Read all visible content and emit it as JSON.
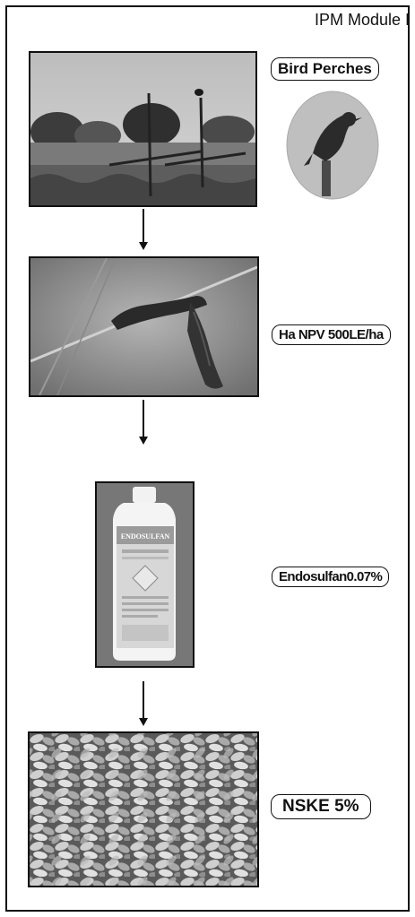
{
  "module_title": "IPM Module I",
  "steps": [
    {
      "label": "Bird Perches",
      "image": "bird-perches-field-photo"
    },
    {
      "label": "Ha NPV 500LE/ha",
      "image": "caterpillar-on-stem-photo"
    },
    {
      "label": "Endosulfan0.07%",
      "image": "endosulfan-bottle-photo"
    },
    {
      "label": "NSKE 5%",
      "image": "neem-seeds-photo"
    }
  ],
  "inset": {
    "image": "bird-on-perch-closeup"
  },
  "bottle": {
    "brand": "ENDOSULFAN"
  },
  "colors": {
    "border": "#111111",
    "background": "#ffffff"
  }
}
